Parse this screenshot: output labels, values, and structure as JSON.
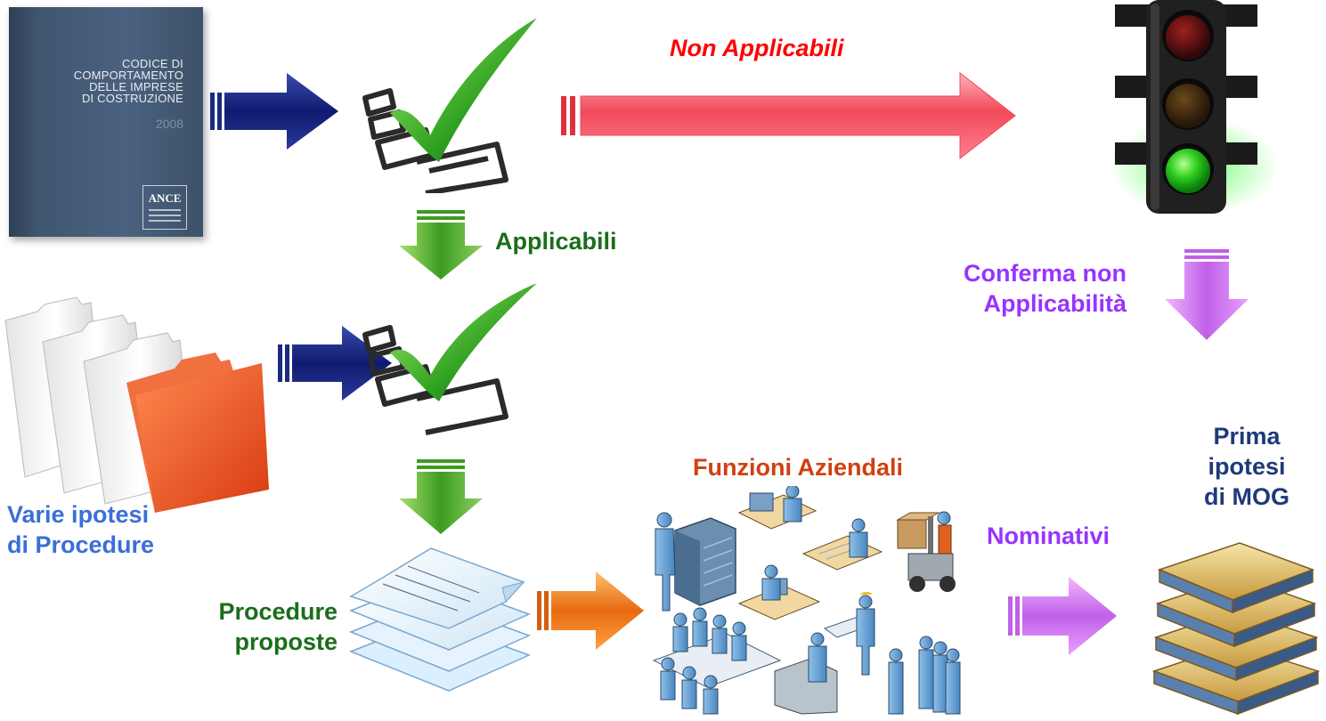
{
  "book": {
    "title": "CODICE DI\nCOMPORTAMENTO\nDELLE IMPRESE\nDI COSTRUZIONE",
    "year": "2008",
    "logo": "ANCE"
  },
  "labels": {
    "non_applicabili": "Non Applicabili",
    "applicabili": "Applicabili",
    "conferma_line1": "Conferma non",
    "conferma_line2": "Applicabilità",
    "varie_line1": "Varie ipotesi",
    "varie_line2": "di Procedure",
    "procedure_line1": "Procedure",
    "procedure_line2": "proposte",
    "funzioni": "Funzioni Aziendali",
    "nominativi": "Nominativi",
    "prima_line1": "Prima",
    "prima_line2": "ipotesi",
    "prima_line3": "di MOG"
  },
  "colors": {
    "red_text": "#ff0000",
    "green_text": "#1a6e1a",
    "purple_text": "#9933ff",
    "blue_text": "#3a6fd8",
    "orange_text": "#d04010",
    "navy_arrow": "#1a2a80",
    "red_arrow": "#f04050",
    "green_arrow": "#4caf2a",
    "purple_arrow": "#d070f0",
    "orange_arrow": "#f08020"
  },
  "icons": [
    "code-book-icon",
    "checklist-icon",
    "traffic-light-icon",
    "folders-icon",
    "documents-stack-icon",
    "office-people-icon",
    "binders-stack-icon",
    "arrow-icon"
  ]
}
